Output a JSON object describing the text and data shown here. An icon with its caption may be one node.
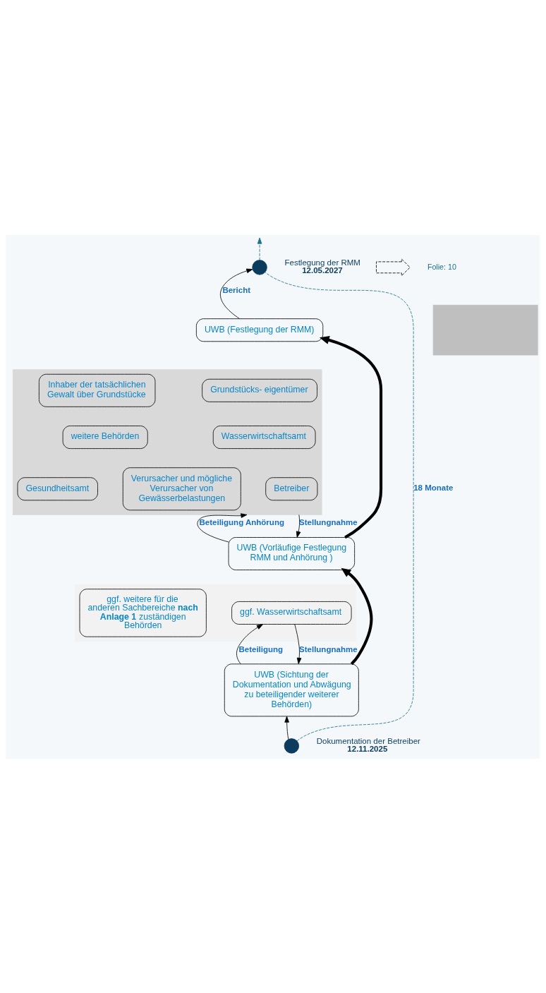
{
  "diagram": {
    "nodes": [
      {
        "text": [],
        "shape": "circle",
        "beside": [
          "Dokumentation der Betreiber",
          "12.11.2025"
        ]
      },
      {
        "text": [
          "UWB (Sichtung der Dokumentation und Abwägung zu beteiligender weiterer Behörden)"
        ]
      },
      {
        "text": [],
        "shape": "box"
      },
      {
        "text": [
          "ggf. Wasserwirtschaftsamt"
        ],
        "in": 2
      },
      {
        "text": [
          "ggf. weitere für die anderen Sachbereiche **nach Anlage 1** zuständigen Behörden"
        ],
        "in": 2
      },
      {
        "text": [
          "UWB (Vorläufige Festlegung RMM und Anhörung )"
        ]
      },
      {
        "text": [],
        "shape": "box"
      },
      {
        "text": [
          "Betreiber"
        ],
        "in": 6
      },
      {
        "text": [
          "Verursacher und mögliche Verursacher von Gewässerbelastungen"
        ],
        "in": 6
      },
      {
        "text": [
          "Gesundheitsamt"
        ],
        "in": 6
      },
      {
        "text": [
          "Wasserwirtschaftsamt"
        ],
        "in": 6
      },
      {
        "text": [
          "weitere Behörden"
        ],
        "in": 6
      },
      {
        "text": [
          "Grundstücks- eigentümer"
        ],
        "in": 6
      },
      {
        "text": [
          "Inhaber der tatsächlichen Gewalt über Grundstücke"
        ],
        "in": 6
      },
      {
        "text": [
          "UWB (Festlegung der RMM)"
        ]
      },
      {
        "text": [],
        "shape": "box"
      },
      {
        "text": [],
        "shape": "circle",
        "beside": [
          "Festlegung der RMM",
          "12.05.2027"
        ]
      },
      {
        "text": [],
        "shape": "arrow"
      }
    ],
    "edges": [
      {
        "from": 0,
        "to": 1,
        "arrow": "to"
      },
      {
        "from": 1,
        "to": 3,
        "arrow": "to",
        "label": "Beteiligung"
      },
      {
        "from": 3,
        "to": 1,
        "arrow": "to",
        "label": "Stellungnahme"
      },
      {
        "from": 1,
        "to": 5,
        "arrow": "to",
        "style": "thick"
      },
      {
        "from": 5,
        "to": 6,
        "arrow": "to",
        "label": "Beteiligung Anhörung"
      },
      {
        "from": 6,
        "to": 5,
        "arrow": "to",
        "label": "Stellungnahme"
      },
      {
        "from": 5,
        "to": 14,
        "arrow": "to",
        "style": "thick"
      },
      {
        "from": 14,
        "to": 16,
        "arrow": "to",
        "label": "Bericht"
      },
      {
        "from": 0,
        "to": 16,
        "arrow": "none",
        "style": "dashed",
        "color": "#1f6f8b",
        "label": "18 Monate"
      },
      {
        "from": 16,
        "to": null,
        "arrow": "to",
        "style": "dashed",
        "color": "#1f6f8b"
      }
    ],
    "labels": [
      "Folie: 10"
    ]
  }
}
